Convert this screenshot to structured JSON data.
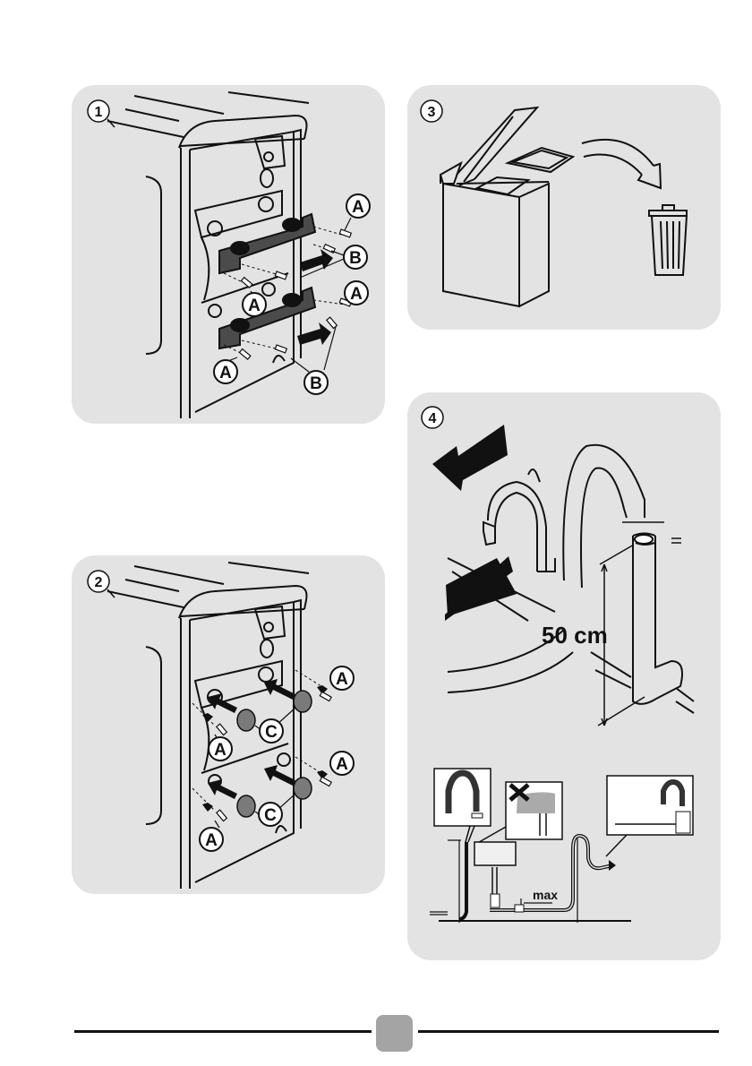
{
  "document": {
    "type": "installation-instructions-page",
    "page_number": ""
  },
  "figures": [
    {
      "step": "1",
      "description": "Rear of washing machine: remove transit brackets (B) by unscrewing screws (A)",
      "callouts": [
        "A",
        "A",
        "A",
        "A",
        "B",
        "B"
      ]
    },
    {
      "step": "2",
      "description": "Rear of washing machine: insert plugs (C) into holes and refit screws (A)",
      "callouts": [
        "A",
        "A",
        "A",
        "A",
        "C",
        "C"
      ]
    },
    {
      "step": "3",
      "description": "Remove packaging from top-loading machine drum and discard in bin"
    },
    {
      "step": "4",
      "description": "Drain hose fitting with hose guide; minimum height",
      "height_label": "50 cm",
      "equals_label": "=",
      "max_label": "max"
    }
  ],
  "colors": {
    "panel_bg": "#e3e3e3",
    "line": "#111111",
    "page_box": "#a4a4a4",
    "plug_fill": "#7a7a7a"
  }
}
